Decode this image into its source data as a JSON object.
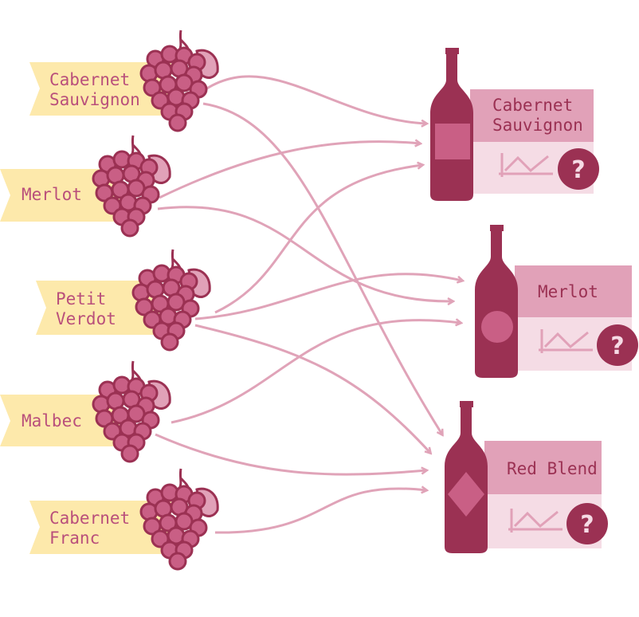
{
  "grapes": [
    {
      "line1": "Cabernet",
      "line2": "Sauvignon"
    },
    {
      "line1": "Merlot",
      "line2": ""
    },
    {
      "line1": "Petit",
      "line2": "Verdot"
    },
    {
      "line1": "Malbec",
      "line2": ""
    },
    {
      "line1": "Cabernet",
      "line2": "Franc"
    }
  ],
  "wines": [
    {
      "line1": "Cabernet",
      "line2": "Sauvignon",
      "unknown_symbol": "?"
    },
    {
      "line1": "Merlot",
      "line2": "",
      "unknown_symbol": "?"
    },
    {
      "line1": "Red Blend",
      "line2": "",
      "unknown_symbol": "?"
    }
  ],
  "colors": {
    "wine": "#9b3153",
    "grape": "#c95f85",
    "ribbon": "#fde9ab",
    "card_top": "#e1a1b8",
    "card_bottom": "#f5dce5",
    "arrow": "#e0a3b8"
  }
}
